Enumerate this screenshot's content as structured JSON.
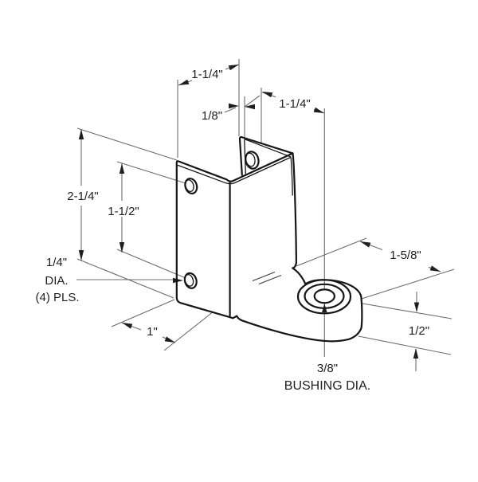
{
  "drawing": {
    "type": "technical-orthographic-isometric-drawing",
    "part": "pilaster bracket with bushing boss",
    "labels": {
      "top_left_width": "1-1/4\"",
      "material_thickness": "1/8\"",
      "top_right_width": "1-1/4\"",
      "overall_height": "2-1/4\"",
      "hole_spacing": "1-1/2\"",
      "hole_dia_line1": "1/4\"",
      "hole_dia_line2": "DIA.",
      "hole_dia_line3": "(4) PLS.",
      "bottom_depth": "1\"",
      "foot_length": "1-5/8\"",
      "foot_thickness": "1/2\"",
      "bushing_size": "3/8\"",
      "bushing_note": "BUSHING DIA."
    },
    "theme": {
      "bg": "#ffffff",
      "part": "#161616",
      "dim": "#6b6b6b",
      "text": "#1f1f1f"
    }
  }
}
